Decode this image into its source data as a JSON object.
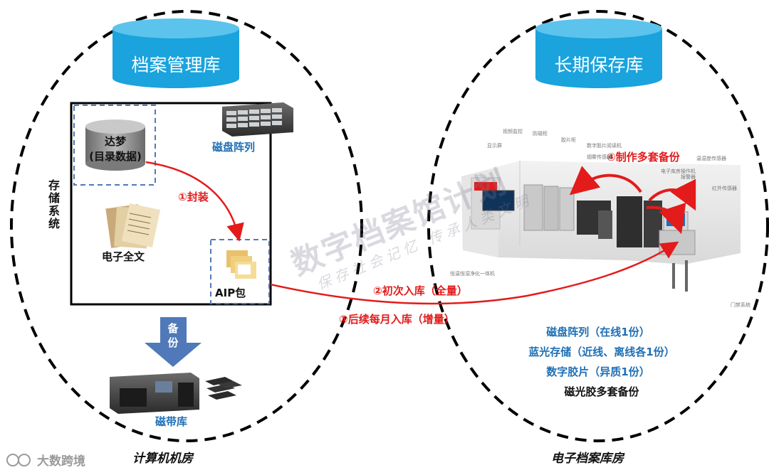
{
  "left_room": {
    "title": "计算机机房",
    "db_cylinder": "档案管理库",
    "storage_system_label": "存储系统",
    "dameng_line1": "达梦",
    "dameng_line2": "(目录数据)",
    "disk_array_label": "磁盘阵列",
    "fulltext_label": "电子全文",
    "aip_label": "AIP包",
    "package_step": "①封装",
    "backup_arrow_label": "备份",
    "tape_label": "磁带库"
  },
  "right_room": {
    "title": "电子档案库房",
    "db_cylinder": "长期保存库",
    "copies_step": "④制作多套备份",
    "storage_lines": [
      "磁盘阵列（在线1份）",
      "蓝光存储（近线、离线各1份）",
      "数字胶片（异质1份）"
    ],
    "summary": "磁光胶多套备份"
  },
  "flows": {
    "initial_ingest": "②初次入库（全量）",
    "monthly_ingest": "③后续每月入库（增量）"
  },
  "room_labels": {
    "video_monitor": "视频监控",
    "cabinet": "防磁柜",
    "film_cabinet": "胶片柜",
    "film_reader": "数字胶片阅读机",
    "display": "显示屏",
    "smoke_sensor": "烟雾传感器",
    "humidity_sensor": "温湿度传感器",
    "operator": "电子库房操作机",
    "alarm": "报警器",
    "ir_sensor": "红外传感器",
    "purifier": "恒温恒湿净化一体机",
    "access": "门禁系统"
  },
  "watermark": {
    "main": "数字档案馆计划",
    "sub": "保存社会记忆 传承人类文明",
    "logo": "大数跨境"
  },
  "colors": {
    "cylinder": "#1aa3dc",
    "accent_blue": "#1f6fb5",
    "flow_red": "#e31b1b",
    "backup_arrow": "#4f79b8"
  }
}
